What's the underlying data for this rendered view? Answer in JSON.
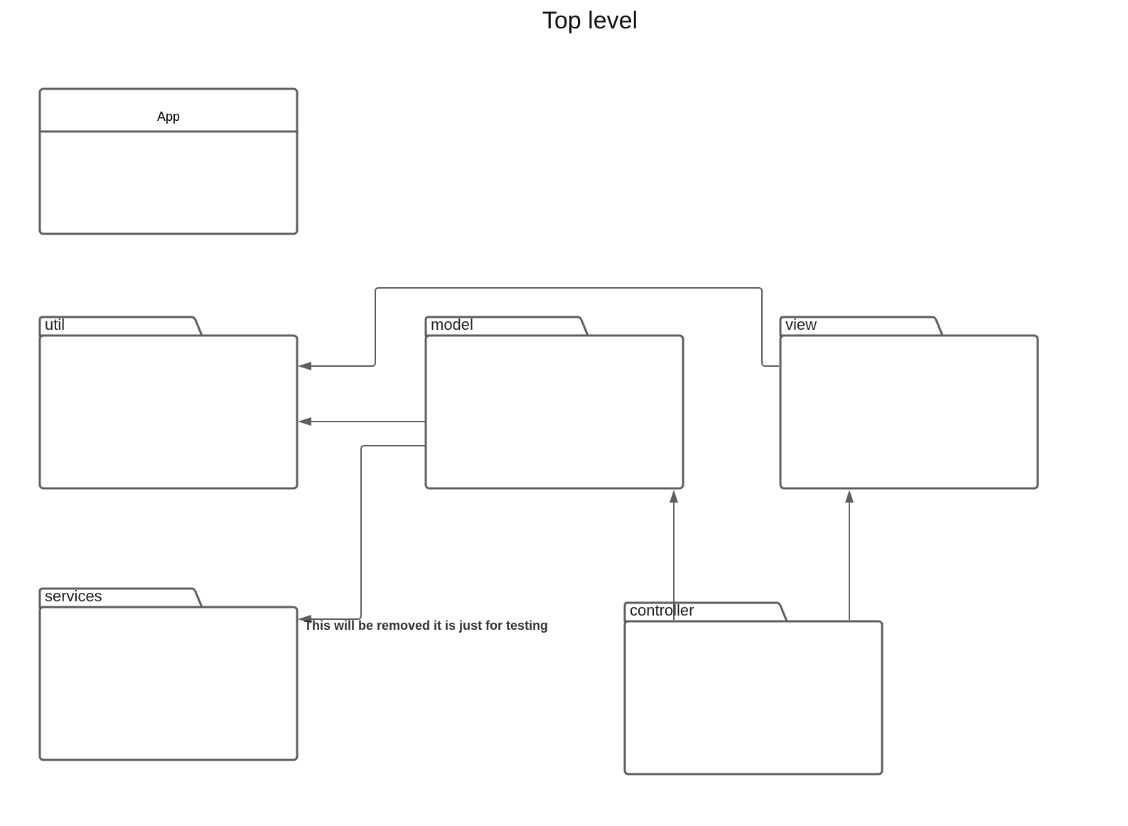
{
  "title": "Top level",
  "class_box": {
    "label": "App"
  },
  "packages": {
    "util": "util",
    "model": "model",
    "view": "view",
    "services": "services",
    "controller": "controller"
  },
  "note": "This will be removed it is just for testing",
  "connections": [
    {
      "from": "view",
      "to": "util"
    },
    {
      "from": "model",
      "to": "util"
    },
    {
      "from": "model",
      "to": "services"
    },
    {
      "from": "controller",
      "to": "model"
    },
    {
      "from": "controller",
      "to": "view"
    }
  ],
  "colors": {
    "line": "#5e5e5e",
    "background": "#ffffff"
  }
}
